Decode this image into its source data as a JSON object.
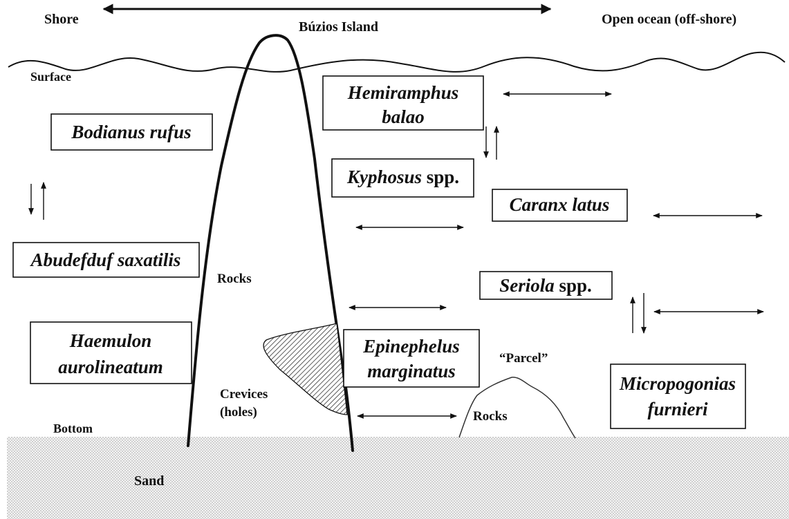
{
  "labels": {
    "shore": "Shore",
    "island": "Búzios Island",
    "open_ocean": "Open ocean (off-shore)",
    "surface": "Surface",
    "rocks_island": "Rocks",
    "crevices_line1": "Crevices",
    "crevices_line2": "(holes)",
    "bottom": "Bottom",
    "sand": "Sand",
    "parcel": "“Parcel”",
    "rocks_parcel": "Rocks"
  },
  "species": {
    "hemiramphus": {
      "line1": "Hemiramphus",
      "line2": "balao"
    },
    "bodianus": {
      "name": "Bodianus rufus"
    },
    "kyphosus": {
      "genus": "Kyphosus",
      "suffix": " spp."
    },
    "caranx": {
      "name": "Caranx latus"
    },
    "abudefduf": {
      "name": "Abudefduf saxatilis"
    },
    "seriola": {
      "genus": "Seriola",
      "suffix": " spp."
    },
    "haemulon": {
      "line1": "Haemulon",
      "line2": "aurolineatum"
    },
    "epinephelus": {
      "line1": "Epinephelus",
      "line2": "marginatus"
    },
    "micropogonias": {
      "line1": "Micropogonias",
      "line2": "furnieri"
    }
  },
  "colors": {
    "ink": "#111111",
    "sand_dot": "#9a9a9a",
    "hatch": "#333333"
  }
}
